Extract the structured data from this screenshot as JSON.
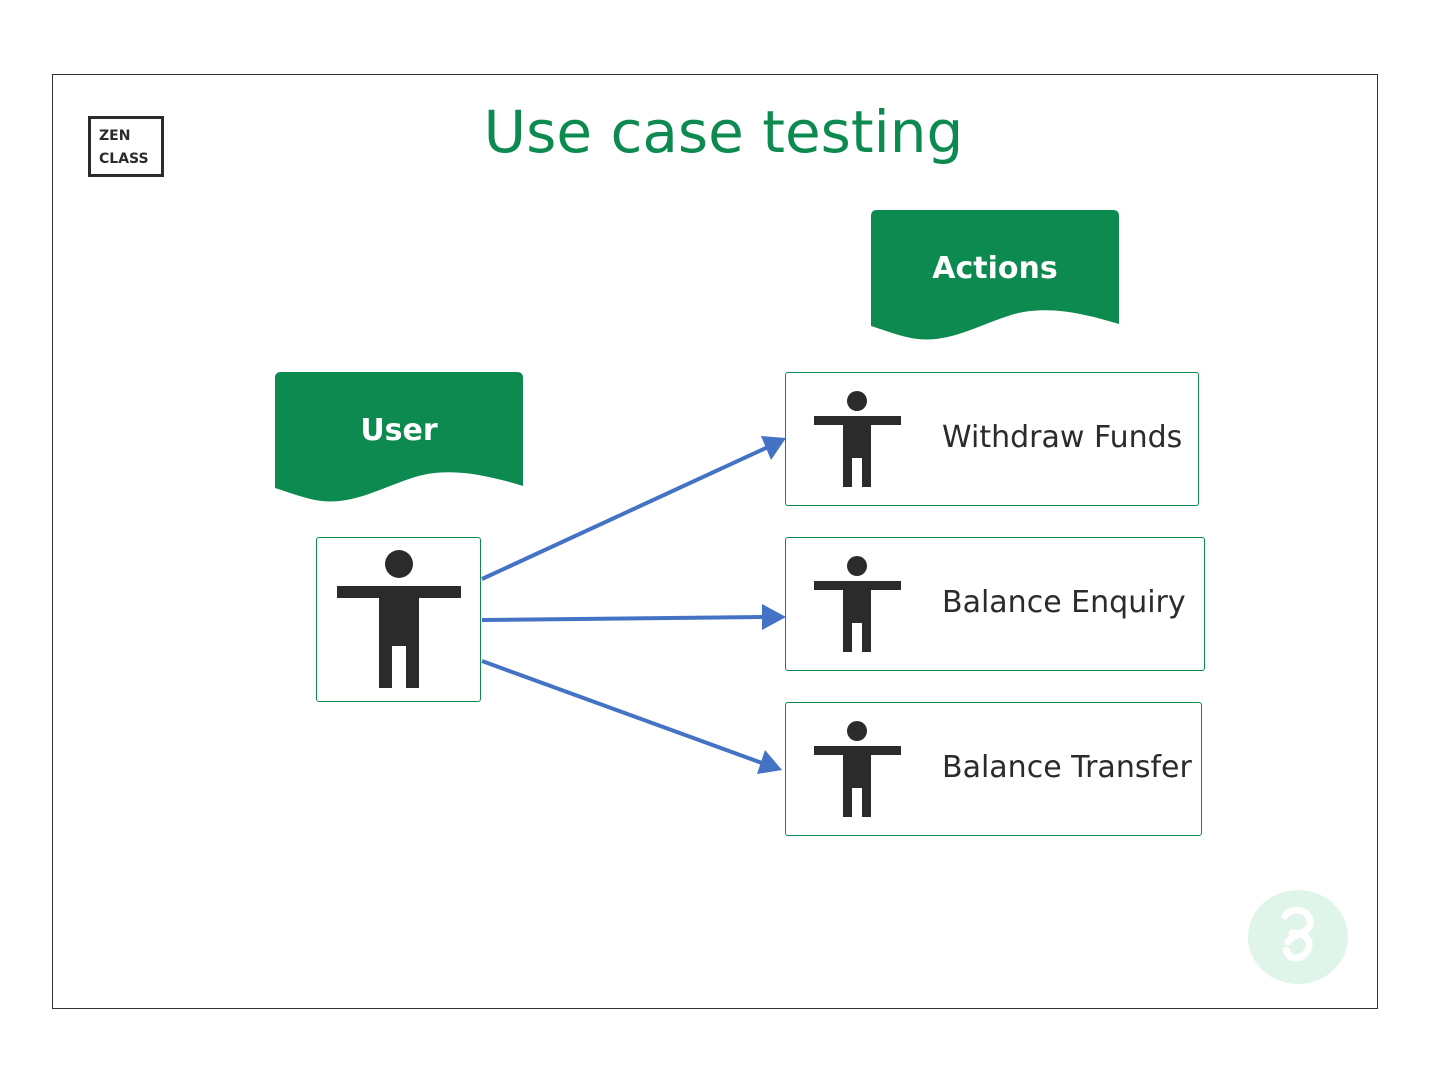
{
  "title": "Use case testing",
  "logo": {
    "line1": "ZEN",
    "line2": "CLASS"
  },
  "user_banner": {
    "label": "User"
  },
  "actions_banner": {
    "label": "Actions"
  },
  "actions": [
    {
      "label": "Withdraw Funds"
    },
    {
      "label": "Balance Enquiry"
    },
    {
      "label": "Balance Transfer"
    }
  ],
  "colors": {
    "brand_green": "#0c8a4f",
    "arrow_blue": "#4472c4",
    "figure_dark": "#2b2b2b",
    "badge_light_green": "#dff5e9"
  },
  "icons": {
    "actor": "person-icon",
    "badge": "brand-badge-icon"
  }
}
